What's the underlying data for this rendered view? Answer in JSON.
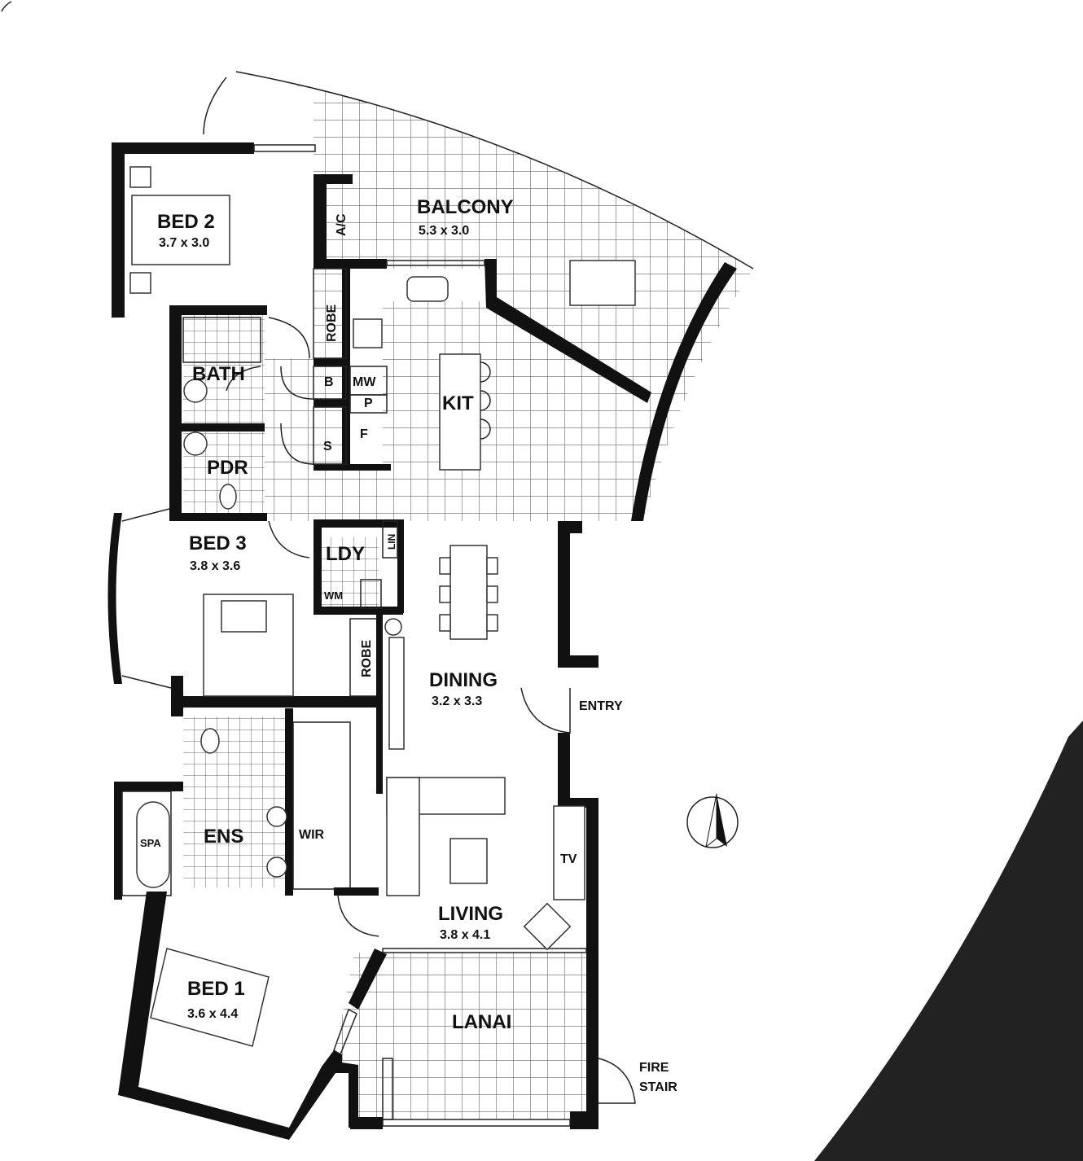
{
  "rooms": {
    "bed2": {
      "name": "BED 2",
      "size": "3.7 x 3.0"
    },
    "balcony": {
      "name": "BALCONY",
      "size": "5.3 x 3.0"
    },
    "ac": "A/C",
    "robe1": "ROBE",
    "robe2": "ROBE",
    "b": "B",
    "mw": "MW",
    "p": "P",
    "f": "F",
    "s": "S",
    "kit": "KIT",
    "bath": "BATH",
    "pdr": "PDR",
    "bed3": {
      "name": "BED 3",
      "size": "3.8 x 3.6"
    },
    "ldy": "LDY",
    "lin": "LIN",
    "wm": "WM",
    "dining": {
      "name": "DINING",
      "size": "3.2 x 3.3"
    },
    "entry": "ENTRY",
    "ens": "ENS",
    "spa": "SPA",
    "wir": "WIR",
    "tv": "TV",
    "living": {
      "name": "LIVING",
      "size": "3.8 x 4.1"
    },
    "bed1": {
      "name": "BED 1",
      "size": "3.6 x 4.4"
    },
    "lanai": "LANAI",
    "fire_stair": {
      "line1": "FIRE",
      "line2": "STAIR"
    }
  },
  "colors": {
    "wall": "#111111",
    "grid": "#555555",
    "background": "#ffffff",
    "dark_shape": "#222222"
  },
  "icons": [
    "compass-north-icon"
  ]
}
